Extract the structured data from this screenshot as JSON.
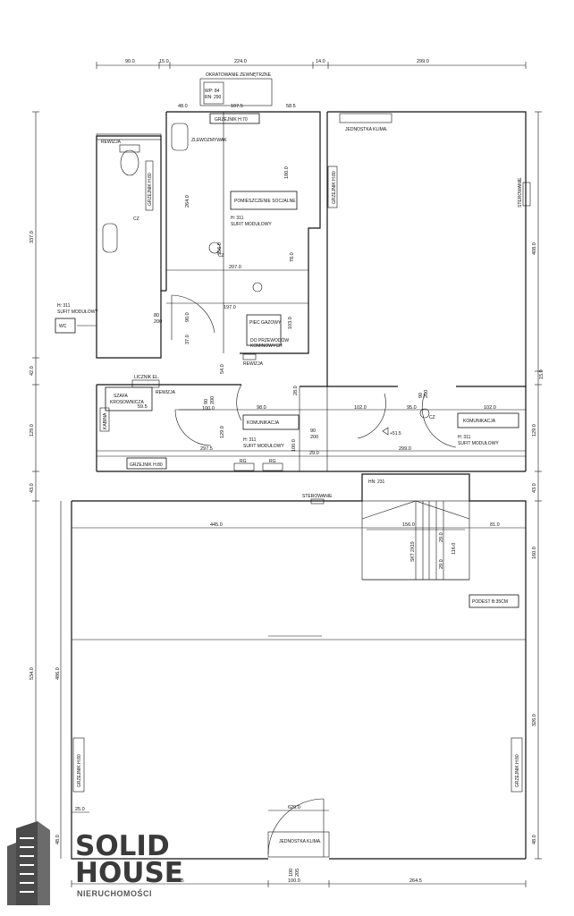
{
  "top_dims": [
    "90.0",
    "15.0",
    "224.0",
    "14.0",
    "299.0"
  ],
  "left_dims": [
    "337.0",
    "42.0",
    "129.0",
    "43.0",
    "534.0",
    "486.0",
    "48.0"
  ],
  "right_dims": [
    "408.0",
    "15.0",
    "129.0",
    "43.0",
    "160.0",
    "326.0",
    "48.0"
  ],
  "bottom_dims": [
    "64.5",
    "100.0",
    "264.5"
  ],
  "labels": {
    "okratowanie": "OKRATOWANIE ZEWNĘTRZNE",
    "wp": "WP: 84",
    "rn": "RN: 290",
    "grzejnik_h70": "GRZEJNIK H:70",
    "jednostka_klima_top": "JEDNOSTKA KLIMA.",
    "rewizja_wc": "REWIZJA",
    "zlewozmywak": "ZLEWOZMYWAK",
    "grzejnik_h80_wc": "GRZEJNIK H:80",
    "pomieszczenie_socjalne": "POMIESZCZENIE SOCJALNE",
    "h311_a": "H: 311",
    "sufit_a": "SUFIT MODUŁOWY",
    "grzejnik_h80_right": "GRZEJNIK H:80",
    "sterowanie_right": "STEROWANIE",
    "h311_wc": "H: 311",
    "sufit_wc": "SUFIT MODUŁOWY",
    "wc": "WC",
    "cz_a": "CZ",
    "cz_b": "CZ",
    "cz_c": "CZ",
    "piec_gazowy": "PIEC GAZOWY",
    "do_przewodow": "DO PRZEWODÓW",
    "kominowych": "KOMINOWYCH",
    "rewizja_piec": "REWIZJA",
    "licznik_el": "LICZNIK EL.",
    "szafa": "SZAFA",
    "krosownicza": "KROSOWNICZA",
    "rewizja_szafa": "REWIZJA",
    "kabina": "KABINA",
    "komunikacja_a": "KOMUNIKACJA",
    "h311_b": "H: 311",
    "sufit_b": "SUFIT MODUŁOWY",
    "komunikacja_b": "KOMUNIKACJA",
    "h311_c": "H: 311",
    "sufit_c": "SUFIT MODUŁOWY",
    "grzejnik_h80_corr": "GRZEJNIK H:80",
    "rg_a": "RG",
    "rg_b": "RG",
    "level": "+51.5",
    "hn": "HN: 231",
    "sterowanie_hall": "STEROWANIE",
    "stairs": "SKT 2X19",
    "podest": "PODEST B:35CM",
    "grzejnik_h80_hall_l": "GRZEJNIK H:80",
    "grzejnik_h80_hall_r": "GRZEJNIK H:80",
    "jednostka_klima_bottom": "JEDNOSTKA KLIMA."
  },
  "dims": {
    "d48": "48.0",
    "d107_5": "107.5",
    "d58_5": "58.5",
    "d264": "264.0",
    "d356": "356.0",
    "d180": "180.0",
    "d78": "78.0",
    "d207": "207.0",
    "d197": "197.0",
    "d103": "103.0",
    "d80_200_a": "80",
    "d80_200_b": "200",
    "d90": "90.0",
    "d37": "37.0",
    "d54": "54.0",
    "d90b": "90",
    "d200b": "200",
    "d100": "100.0",
    "d98": "98.0",
    "d102a": "102.0",
    "d95": "95.0",
    "d102b": "102.0",
    "d59_5": "59.5",
    "d28": "28.0",
    "d129": "129.0",
    "d297_5": "297.5",
    "d90c": "90",
    "d200c": "200",
    "d299": "299.0",
    "d100b": "100.0",
    "d29": "29.0",
    "d445": "445.0",
    "d156": "156.0",
    "d81": "81.0",
    "d29b": "29.0",
    "d29c": "29.0",
    "d116": "116.0",
    "d25": "25.0",
    "d629": "629.0",
    "d100c": "100",
    "d205": "205",
    "d90_200_x": "90",
    "d200_x": "200"
  },
  "logo": {
    "solid": "SOLID",
    "house": "HOUSE",
    "sub": "NIERUCHOMOŚCI"
  }
}
